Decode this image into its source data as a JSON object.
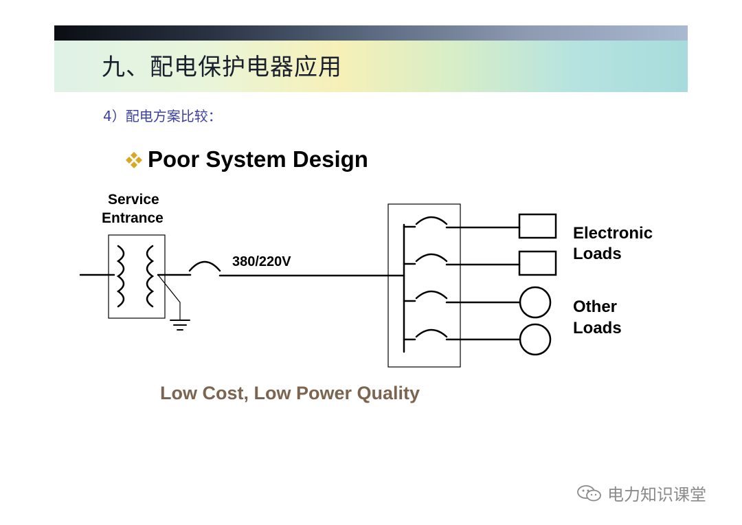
{
  "slide": {
    "title": "九、配电保护电器应用",
    "subtitle": "4）配电方案比较：",
    "heading": "Poor System Design",
    "caption": "Low Cost, Low Power Quality",
    "watermark": "电力知识课堂"
  },
  "diagram": {
    "service_entrance_line1": "Service",
    "service_entrance_line2": "Entrance",
    "voltage": "380/220V",
    "electronic_loads_line1": "Electronic",
    "electronic_loads_line2": "Loads",
    "other_loads_line1": "Other",
    "other_loads_line2": "Loads"
  },
  "colors": {
    "title_text": "#1a1f2e",
    "subtitle_text": "#3b3fa0",
    "caption_text": "#7b6450",
    "bullet_gold": "#d8a820",
    "watermark_text": "#8a8a8a"
  },
  "icons": {
    "bullet": "diamond-cluster-icon",
    "watermark": "wechat-icon"
  }
}
